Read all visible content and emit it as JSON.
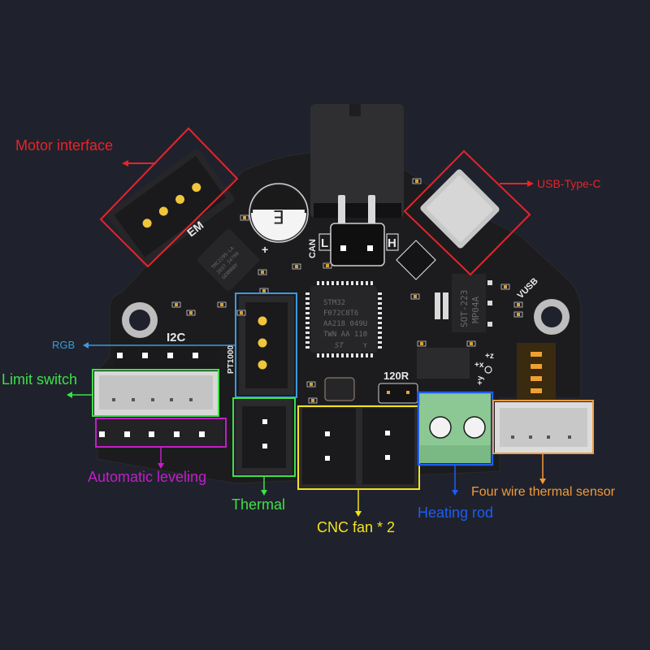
{
  "colors": {
    "background": "#1f222c",
    "board": "#1c1c1e",
    "motor": "#e8232a",
    "usb": "#e8232a",
    "rgb": "#3a9ae0",
    "limit_switch": "#3ee04a",
    "auto_leveling": "#c21ec8",
    "thermal": "#3ee04a",
    "cnc_fan": "#f2e31e",
    "heating_rod": "#1e5cf0",
    "four_wire": "#f49a3a"
  },
  "callouts": {
    "motor_interface": "Motor interface",
    "usb_type_c": "USB-Type-C",
    "rgb": "RGB",
    "limit_switch": "Limit switch",
    "automatic_leveling": "Automatic leveling",
    "thermal": "Thermal",
    "cnc_fan": "CNC fan * 2",
    "heating_rod": "Heating rod",
    "four_wire_thermal_sensor": "Four wire thermal sensor"
  },
  "silkscreen": {
    "i2c": "I2C",
    "pt1000": "PT1000",
    "em": "EM",
    "can": "CAN",
    "can_l": "L",
    "can_h": "H",
    "r120": "120R",
    "vusb": "VUSB",
    "plus": "+",
    "axis_x": "+x",
    "axis_y": "+y",
    "axis_z": "+z",
    "capacitor_mark": "E"
  },
  "chips": {
    "mcu": [
      "STM32",
      "F072C8T6",
      "AA218 049U",
      "TWN AA 110"
    ],
    "mcu_logo": "ST",
    "mcu_suffix": "Y",
    "driver": [
      "TMC2209-LA",
      "2037 54780",
      "GERMANY"
    ],
    "regulator": [
      "SOT-223",
      "MP04A"
    ]
  }
}
